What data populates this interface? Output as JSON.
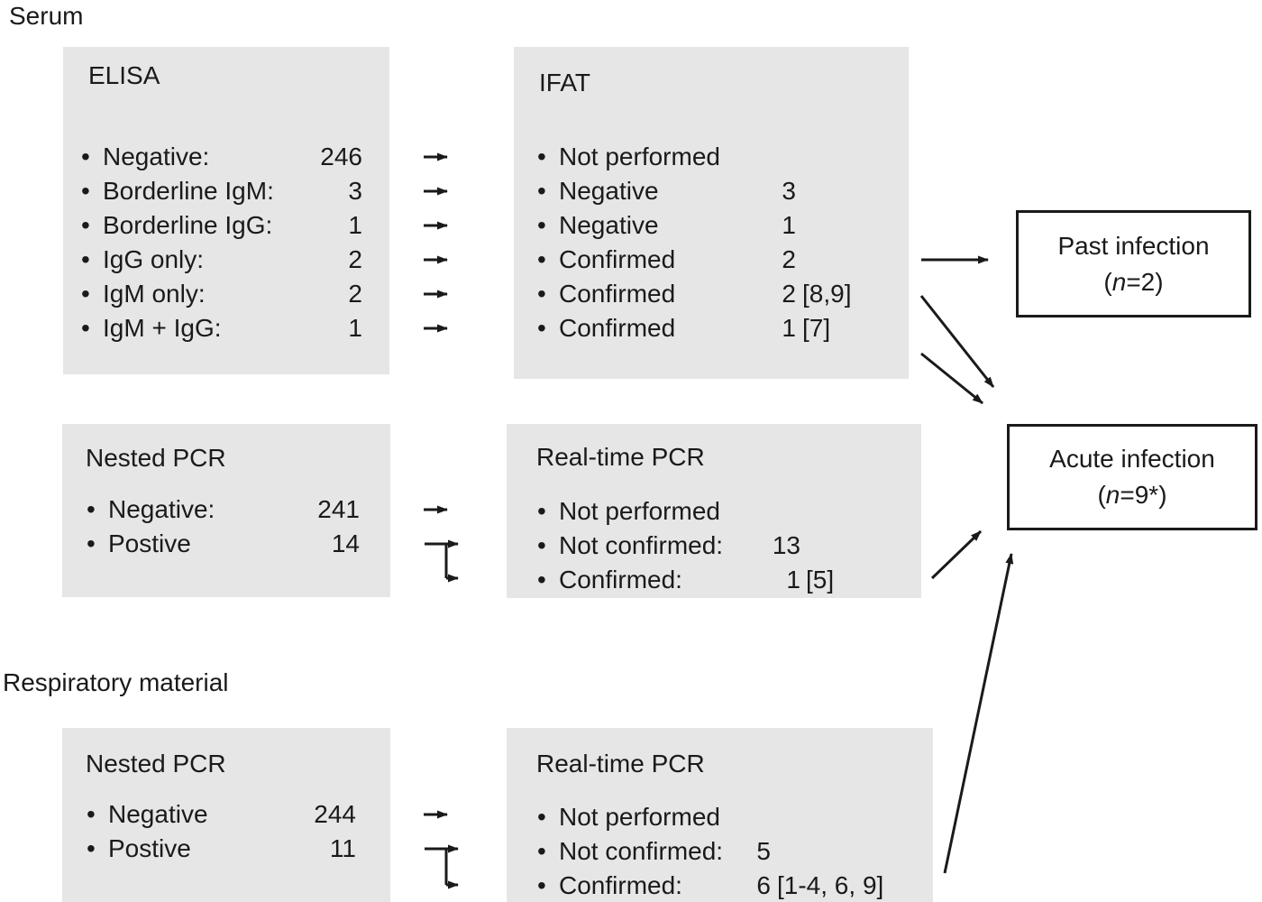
{
  "figure": {
    "serum_label": "Serum",
    "respiratory_label": "Respiratory material"
  },
  "glyphs": {
    "bullet": "•"
  },
  "colors": {
    "box_fill": "#e6e6e6",
    "ink": "#1a1a1a",
    "background": "#ffffff"
  },
  "boxes": {
    "elisa": {
      "title": "ELISA",
      "rows": [
        {
          "label": "Negative:",
          "num": "246",
          "suffix": ""
        },
        {
          "label": "Borderline IgM:",
          "num": "3",
          "suffix": ""
        },
        {
          "label": "Borderline IgG:",
          "num": "1",
          "suffix": ""
        },
        {
          "label": "IgG only:",
          "num": "2",
          "suffix": ""
        },
        {
          "label": "IgM only:",
          "num": "2",
          "suffix": ""
        },
        {
          "label": "IgM + IgG:",
          "num": "1",
          "suffix": ""
        }
      ]
    },
    "ifat": {
      "title": "IFAT",
      "rows": [
        {
          "label": "Not performed",
          "num": "",
          "suffix": ""
        },
        {
          "label": "Negative",
          "num": "3",
          "suffix": ""
        },
        {
          "label": "Negative",
          "num": "1",
          "suffix": ""
        },
        {
          "label": "Confirmed",
          "num": "2",
          "suffix": ""
        },
        {
          "label": "Confirmed",
          "num": "2",
          "suffix": "[8,9]"
        },
        {
          "label": "Confirmed",
          "num": "1",
          "suffix": "[7]"
        }
      ]
    },
    "serum_nested_pcr": {
      "title": "Nested PCR",
      "rows": [
        {
          "label": "Negative:",
          "num": "241",
          "suffix": ""
        },
        {
          "label": "Postive",
          "num": "14",
          "suffix": ""
        }
      ]
    },
    "serum_realtime_pcr": {
      "title": "Real-time PCR",
      "rows": [
        {
          "label": "Not performed",
          "num": "",
          "suffix": ""
        },
        {
          "label": "Not confirmed:",
          "num": "13",
          "suffix": ""
        },
        {
          "label": "Confirmed:",
          "num": "1",
          "suffix": "[5]"
        }
      ]
    },
    "resp_nested_pcr": {
      "title": "Nested PCR",
      "rows": [
        {
          "label": "Negative",
          "num": "244",
          "suffix": ""
        },
        {
          "label": "Postive",
          "num": "11",
          "suffix": ""
        }
      ]
    },
    "resp_realtime_pcr": {
      "title": "Real-time PCR",
      "rows": [
        {
          "label": "Not performed",
          "num": "",
          "suffix": ""
        },
        {
          "label": "Not confirmed:",
          "num": "5",
          "suffix": ""
        },
        {
          "label": "Confirmed:",
          "num": "6",
          "suffix": "[1-4, 6, 9]"
        }
      ]
    },
    "past_infection": {
      "line1": "Past infection",
      "pre": "(",
      "n": "n",
      "post": "=2)"
    },
    "acute_infection": {
      "line1": "Acute infection",
      "pre": "(",
      "n": "n",
      "post": "=9*)"
    }
  },
  "arrows": [
    "ELISA Negative → IFAT Not performed",
    "ELISA Borderline IgM → IFAT Negative",
    "ELISA Borderline IgG → IFAT Negative",
    "ELISA IgG only → IFAT Confirmed",
    "ELISA IgM only → IFAT Confirmed",
    "ELISA IgM + IgG → IFAT Confirmed",
    "IFAT Confirmed 2 → Past infection",
    "IFAT Confirmed 2 [8,9] → Acute infection",
    "IFAT Confirmed 1 [7] → Acute infection",
    "Serum Nested PCR Negative → Serum Real-time PCR Not performed",
    "Serum Nested PCR Postive → Serum Real-time PCR Not confirmed",
    "Serum Nested PCR Postive → Serum Real-time PCR Confirmed",
    "Serum Real-time PCR Confirmed → Acute infection",
    "Respiratory Nested PCR Negative → Respiratory Real-time PCR Not performed",
    "Respiratory Nested PCR Postive → Respiratory Real-time PCR Not confirmed",
    "Respiratory Nested PCR Postive → Respiratory Real-time PCR Confirmed",
    "Respiratory Real-time PCR Confirmed → Acute infection"
  ]
}
